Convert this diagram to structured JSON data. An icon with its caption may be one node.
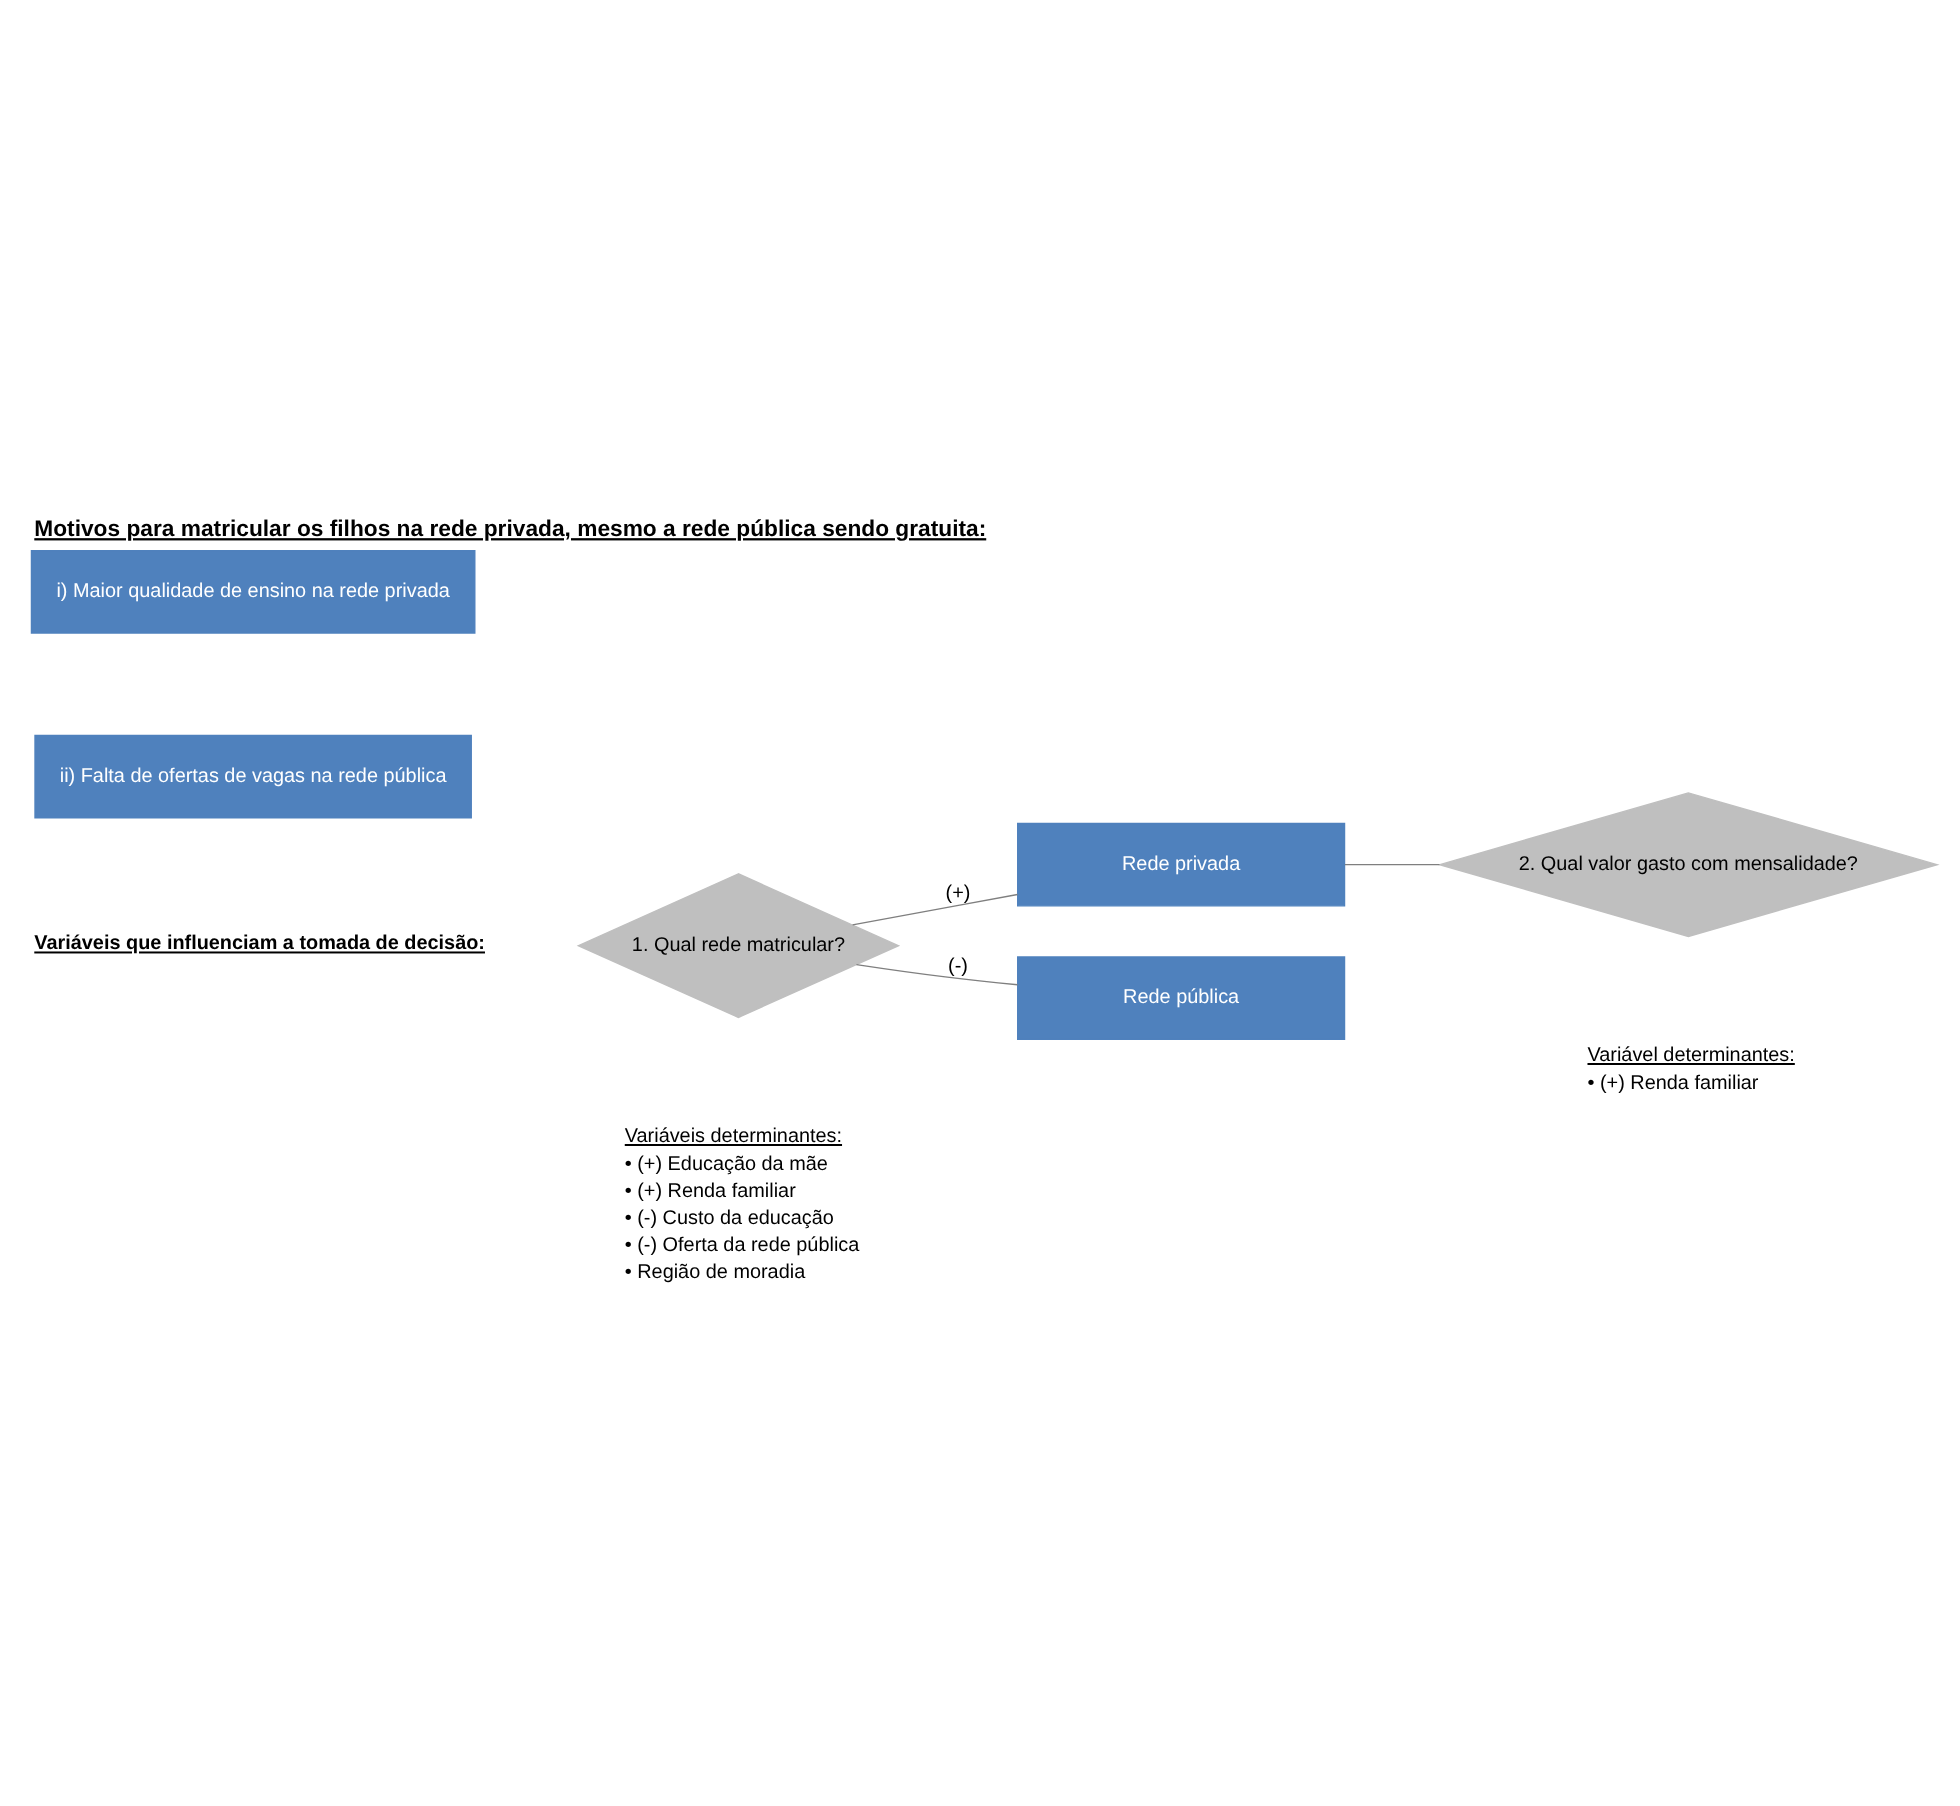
{
  "diagram": {
    "title": "Motivos para matricular os filhos na rede privada, mesmo a rede pública sendo gratuita:",
    "nodes": [
      {
        "text": [
          "i) Maior qualidade de ensino na rede privada"
        ]
      },
      {
        "text": [
          "ii) Falta de ofertas de vagas na rede pública"
        ]
      },
      {
        "text": [
          "1. Qual rede matricular?"
        ],
        "beside": [
          "Variáveis determinantes:",
          "• (+) Educação da mãe",
          "• (+) Renda familiar",
          "• (-) Custo da educação",
          "• (-) Oferta da rede pública",
          "• Região de moradia"
        ]
      },
      {
        "text": [
          "Rede privada"
        ]
      },
      {
        "text": [
          "Rede pública"
        ]
      },
      {
        "text": [
          "2. Qual valor gasto com mensalidade?"
        ],
        "beside": [
          "Variável determinantes:",
          "• (+) Renda familiar"
        ]
      }
    ],
    "edges": [
      {
        "from": 2,
        "to": 3,
        "arrow": "none",
        "label": "(+)"
      },
      {
        "from": 2,
        "to": 4,
        "arrow": "none",
        "label": "(-)"
      },
      {
        "from": 3,
        "to": 5,
        "arrow": "none"
      }
    ],
    "labels": [
      "Variáveis que influenciam a tomada de decisão:"
    ]
  }
}
